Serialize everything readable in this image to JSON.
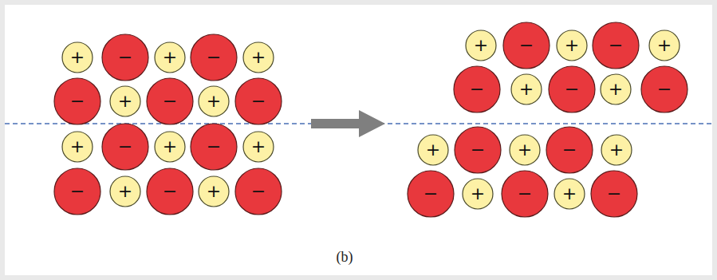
{
  "diagram": {
    "nodes": [
      {
        "text": [
          "+"
        ]
      },
      {
        "text": [
          "−"
        ]
      },
      {
        "text": [
          "+"
        ]
      },
      {
        "text": [
          "−"
        ]
      },
      {
        "text": [
          "+"
        ]
      },
      {
        "text": [
          "−"
        ]
      },
      {
        "text": [
          "+"
        ]
      },
      {
        "text": [
          "−"
        ]
      },
      {
        "text": [
          "+"
        ]
      },
      {
        "text": [
          "−"
        ]
      },
      {
        "text": [
          "+"
        ]
      },
      {
        "text": [
          "−"
        ]
      },
      {
        "text": [
          "+"
        ]
      },
      {
        "text": [
          "−"
        ]
      },
      {
        "text": [
          "+"
        ]
      },
      {
        "text": [
          "−"
        ]
      },
      {
        "text": [
          "+"
        ]
      },
      {
        "text": [
          "−"
        ]
      },
      {
        "text": [
          "+"
        ]
      },
      {
        "text": [
          "−"
        ]
      },
      {
        "text": [
          "+"
        ]
      },
      {
        "text": [
          "−"
        ]
      },
      {
        "text": [
          "+"
        ]
      },
      {
        "text": [
          "−"
        ]
      },
      {
        "text": [
          "+"
        ]
      },
      {
        "text": [
          "−"
        ]
      },
      {
        "text": [
          "+"
        ]
      },
      {
        "text": [
          "−"
        ]
      },
      {
        "text": [
          "+"
        ]
      },
      {
        "text": [
          "−"
        ]
      },
      {
        "text": [
          "+"
        ]
      },
      {
        "text": [
          "−"
        ]
      },
      {
        "text": [
          "+"
        ]
      },
      {
        "text": [
          "−"
        ]
      },
      {
        "text": [
          "+"
        ]
      },
      {
        "text": [
          "−"
        ]
      },
      {
        "text": [
          "+"
        ]
      },
      {
        "text": [
          "−"
        ]
      },
      {
        "text": [
          "+"
        ]
      },
      {
        "text": [
          "−"
        ]
      }
    ],
    "labels": [
      "(b)"
    ]
  }
}
